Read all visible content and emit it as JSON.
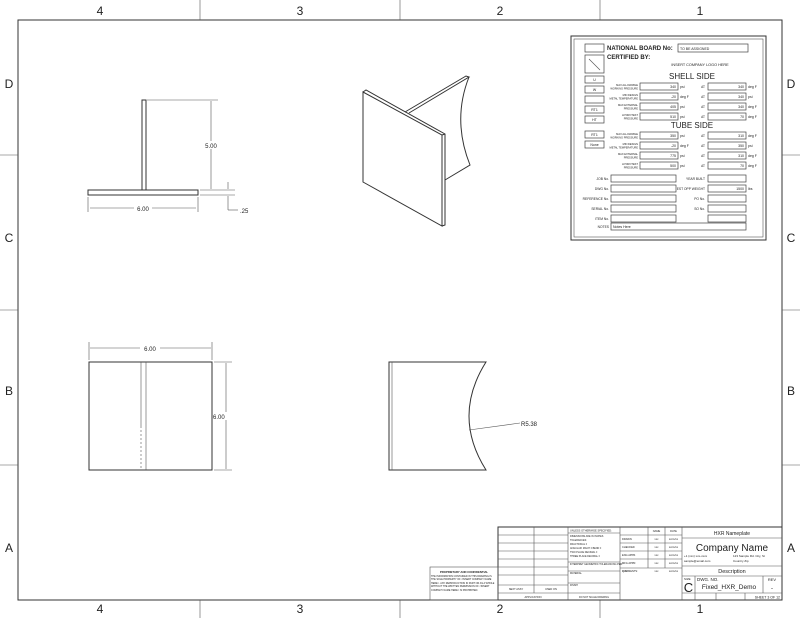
{
  "frame": {
    "zones_top": [
      "4",
      "3",
      "2",
      "1"
    ],
    "zones_side": [
      "D",
      "C",
      "B",
      "A"
    ]
  },
  "views": {
    "front": {
      "height_dim": "5.00",
      "width_dim": "6.00",
      "thickness_dim": ".25"
    },
    "top": {
      "width_dim": "6.00",
      "height_dim": "6.00"
    },
    "right": {
      "radius_dim": "R5.38"
    }
  },
  "nameplate": {
    "national_board_label": "NATIONAL BOARD No:",
    "national_board_value": "TO BE ASSIGNED",
    "certified_by": "CERTIFIED BY:",
    "logo_text": "INSERT COMPANY LOGO HERE",
    "stamp_boxes": [
      "U",
      "W",
      "",
      "RT1",
      "HT"
    ],
    "tube_boxes": [
      "RT1",
      "None"
    ],
    "shell_title": "SHELL SIDE",
    "tube_title": "TUBE SIDE",
    "shell_rows": [
      {
        "label": "MAX ALLOWABLE WORKING PRESSURE",
        "value": "340",
        "unit": "psi",
        "at": "AT",
        "at_value": "340",
        "at_unit": "deg F"
      },
      {
        "label": "MIN DESIGN METAL TEMPERATURE",
        "value": "-20",
        "unit": "deg F",
        "at": "AT",
        "at_value": "340",
        "at_unit": "psi"
      },
      {
        "label": "MAX EXTERNAL PRESSURE",
        "value": "405",
        "unit": "psi",
        "at": "AT",
        "at_value": "340",
        "at_unit": "deg F"
      },
      {
        "label": "HYDROTEST PRESSURE",
        "value": "510",
        "unit": "psi",
        "at": "AT",
        "at_value": "70",
        "at_unit": "deg F"
      }
    ],
    "tube_rows": [
      {
        "label": "MAX ALLOWABLE WORKING PRESSURE",
        "value": "350",
        "unit": "psi",
        "at": "AT",
        "at_value": "310",
        "at_unit": "deg F"
      },
      {
        "label": "MIN DESIGN METAL TEMPERATURE",
        "value": "-20",
        "unit": "deg F",
        "at": "AT",
        "at_value": "350",
        "at_unit": "psi"
      },
      {
        "label": "MAX EXTERNAL PRESSURE",
        "value": "775",
        "unit": "psi",
        "at": "AT",
        "at_value": "310",
        "at_unit": "deg F"
      },
      {
        "label": "HYDROTEST PRESSURE",
        "value": "500",
        "unit": "psi",
        "at": "AT",
        "at_value": "70",
        "at_unit": "deg F"
      }
    ],
    "info_left": [
      "JOB No.",
      "DWG No.",
      "REFERENCE No.",
      "SERIAL No.",
      "ITEM No."
    ],
    "info_right": [
      {
        "label": "YEAR BUILT",
        "value": ""
      },
      {
        "label": "EST OPP WEIGHT",
        "value": "1500",
        "unit": "lbs"
      },
      {
        "label": "PO No.",
        "value": ""
      },
      {
        "label": "SO No.",
        "value": ""
      },
      {
        "label": "",
        "value": ""
      }
    ],
    "notes_label": "NOTES",
    "notes_value": "Notes Here"
  },
  "title_block": {
    "proprietary_title": "PROPRIETARY AND CONFIDENTIAL",
    "proprietary_text": "THE INFORMATION CONTAINED IN THIS DRAWING IS THE SOLE PROPERTY OF <INSERT COMPANY NAME HERE>. ANY REPRODUCTION IN PART OR AS A WHOLE WITHOUT THE WRITTEN PERMISSION OF <INSERT COMPANY NAME HERE> IS PROHIBITED.",
    "next_assy": "NEXT ASSY",
    "used_on": "USED ON",
    "application": "APPLICATION",
    "tolerance_title": "UNLESS OTHERWISE SPECIFIED:",
    "tolerance_lines": [
      "DIMENSIONS ARE IN INCHES",
      "TOLERANCES:",
      "FRACTIONAL ±",
      "ANGULAR: MACH ±   BEND ±",
      "TWO PLACE DECIMAL  ±",
      "THREE PLACE DECIMAL ±"
    ],
    "interpret": "INTERPRET GEOMETRIC TOLERANCING PER:",
    "material": "MATERIAL",
    "finish": "FINISH",
    "do_not_scale": "DO NOT SCALE DRAWING",
    "name_header": "NAME",
    "date_header": "DATE",
    "signoffs": [
      {
        "role": "DRAWN",
        "name": "xxx",
        "date": "xx/xx/xx"
      },
      {
        "role": "CHECKED",
        "name": "xxx",
        "date": "xx/xx/xx"
      },
      {
        "role": "ENG APPR.",
        "name": "xxx",
        "date": "xx/xx/xx"
      },
      {
        "role": "MFG APPR.",
        "name": "xxx",
        "date": "xx/xx/xx"
      },
      {
        "role": "Q.A.",
        "name": "xxx",
        "date": "xx/xx/xx"
      }
    ],
    "comments": "COMMENTS:",
    "drawing_title": "HXR Nameplate",
    "company_name": "Company Name",
    "phone": "+1 (xxx) xxx-xxxx",
    "email": "sample@email.com",
    "address1": "123 Sample Rd. City, St",
    "address2": "Country Zip",
    "description": "Description",
    "size_label": "SIZE",
    "size": "C",
    "dwg_no_label": "DWG.  NO.",
    "dwg_no": "Fixed_HXR_Demo",
    "rev_label": "REV",
    "rev": "-",
    "sheet": "SHEET 3 OF 12"
  }
}
